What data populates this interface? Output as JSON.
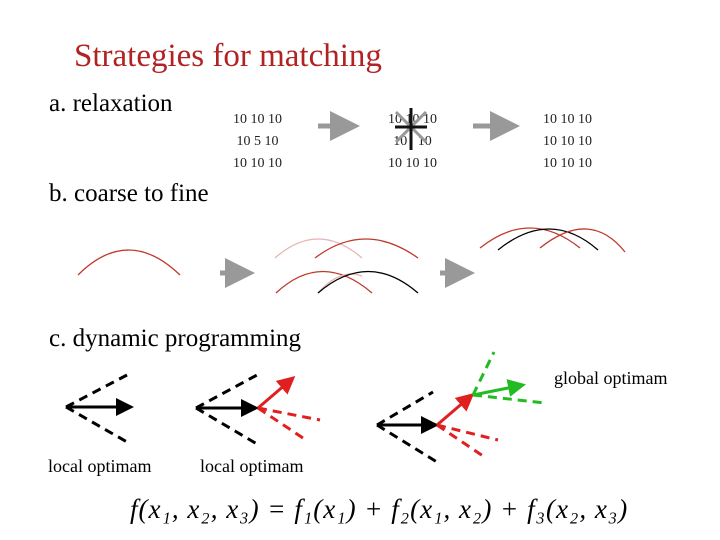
{
  "title": "Strategies for matching",
  "sections": {
    "relaxation": "a. relaxation",
    "coarse_to_fine": "b. coarse to fine",
    "dynamic_programming": "c. dynamic programming"
  },
  "grids": {
    "initial": [
      "10 10 10",
      "10  5 10",
      "10 10 10"
    ],
    "intermediate": [
      "10 10 10",
      "10   10",
      "10 10 10"
    ],
    "final": [
      "10 10 10",
      "10 10 10",
      "10 10 10"
    ]
  },
  "labels": {
    "global_optimum": "global optimam",
    "local_optimum_1": "local optimam",
    "local_optimum_2": "local optimam"
  },
  "formula": "f(x₁, x₂, x₃) = f₁(x₁) + f₂(x₁, x₂) + f₃(x₂, x₃)",
  "colors": {
    "title": "#b22222",
    "curve_red": "#c0392b",
    "curve_pink": "#e8b4b4",
    "arrow_gray": "#999999",
    "dp_red": "#e02020",
    "dp_green": "#22bb22"
  }
}
